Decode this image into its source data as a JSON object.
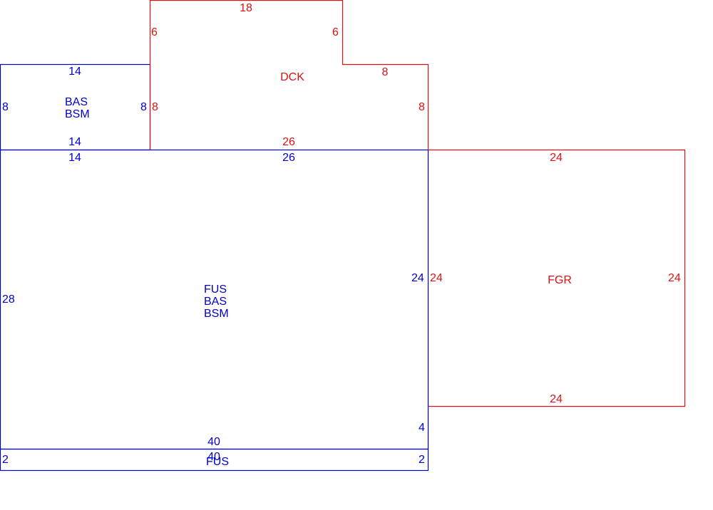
{
  "colors": {
    "blue": "#0000cc",
    "red": "#dd1111",
    "background": "#ffffff"
  },
  "sketch": {
    "bas_bsm_area": {
      "label_line1": "BAS",
      "label_line2": "BSM",
      "dim_top": "14",
      "dim_left": "8",
      "dim_right": "8",
      "dim_bottom": "14"
    },
    "dck_area": {
      "label": "DCK",
      "dim_top": "18",
      "dim_left_upper": "6",
      "dim_right_upper": "6",
      "dim_step": "8",
      "dim_left_lower": "8",
      "dim_right_lower": "8",
      "dim_bottom": "26"
    },
    "main_area": {
      "label_line1": "FUS",
      "label_line2": "BAS",
      "label_line3": "BSM",
      "dim_top_left": "14",
      "dim_top_right": "26",
      "dim_left": "28",
      "dim_right": "24",
      "dim_right_lower": "4",
      "dim_bottom": "40"
    },
    "fgr_area": {
      "label": "FGR",
      "dim_top": "24",
      "dim_left": "24",
      "dim_right": "24",
      "dim_bottom": "24"
    },
    "fus_strip": {
      "label": "FUS",
      "dim_left": "2",
      "dim_right": "2",
      "dim_bottom": "40"
    }
  }
}
